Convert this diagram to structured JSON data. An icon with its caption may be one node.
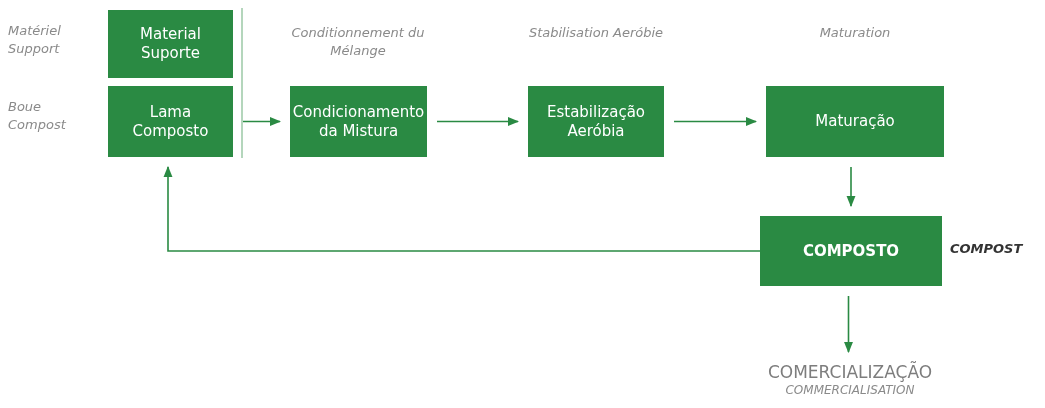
{
  "diagram": {
    "nodes": [
      {
        "text": [
          "Material Suporte"
        ],
        "beside": [
          "Matériel Support"
        ]
      },
      {
        "text": [
          "Lama Composto"
        ],
        "beside": [
          "Boue Compost"
        ]
      },
      {
        "text": [
          "Condicionamento da Mistura"
        ],
        "beside": [
          "Conditionnement du Mélange"
        ]
      },
      {
        "text": [
          "Estabilização Aeróbia"
        ],
        "beside": [
          "Stabilisation Aeróbie"
        ]
      },
      {
        "text": [
          "Maturação"
        ],
        "beside": [
          "Maturation"
        ]
      },
      {
        "text": [
          "COMPOSTO"
        ],
        "beside": [
          "COMPOST"
        ]
      },
      {
        "text": [
          "COMERCIALIZAÇÃO",
          "COMMERCIALISATION"
        ]
      }
    ],
    "edges": [
      {
        "from": 1,
        "to": 2,
        "arrow": "to"
      },
      {
        "from": 2,
        "to": 3,
        "arrow": "to"
      },
      {
        "from": 3,
        "to": 4,
        "arrow": "to"
      },
      {
        "from": 4,
        "to": 5,
        "arrow": "to"
      },
      {
        "from": 5,
        "to": 1,
        "arrow": "to"
      },
      {
        "from": 5,
        "to": 6,
        "arrow": "to"
      }
    ]
  }
}
